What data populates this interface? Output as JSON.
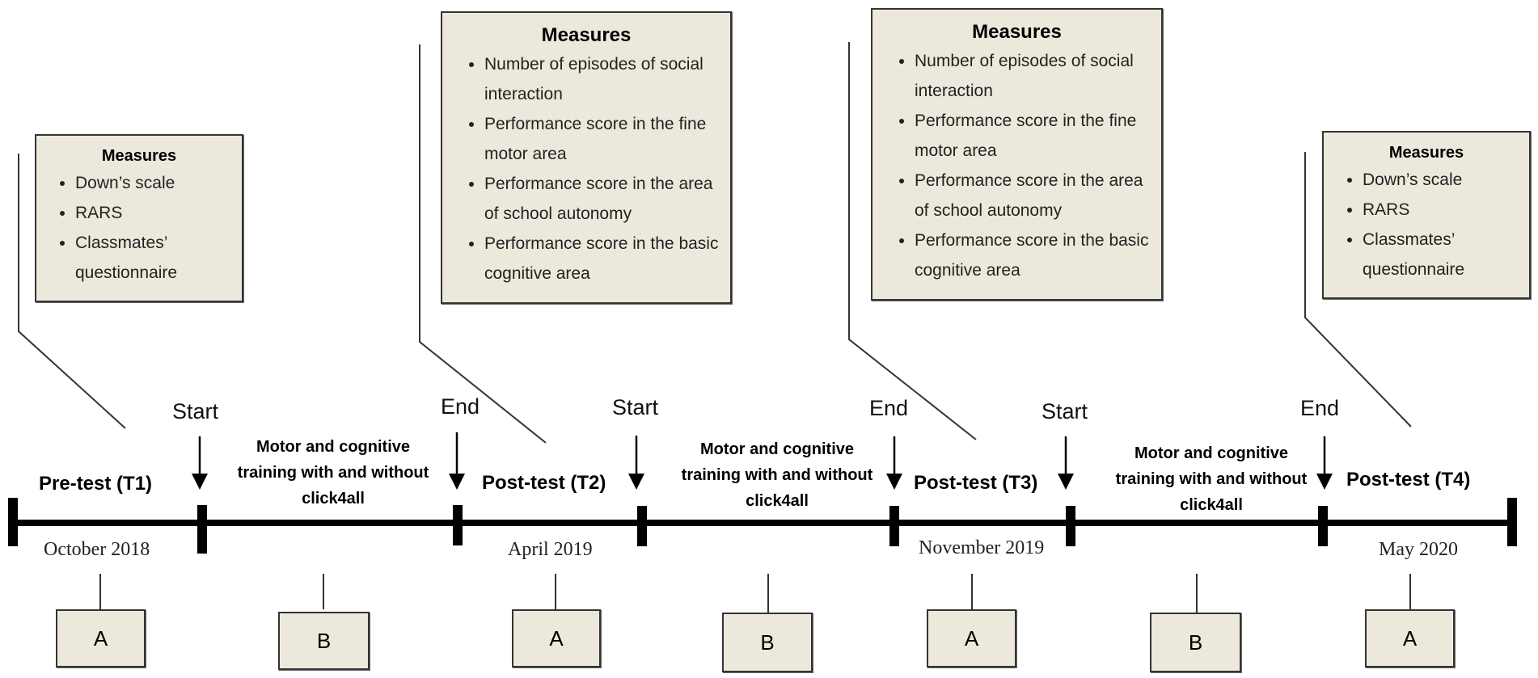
{
  "measures_small_1": {
    "title": "Measures",
    "items": [
      "Down’s scale",
      "RARS",
      "Classmates’ questionnaire"
    ]
  },
  "measures_big_2": {
    "title": "Measures",
    "items": [
      "Number of episodes of social interaction",
      "Performance score in the fine motor area",
      "Performance score in the area of school autonomy",
      "Performance score in the basic cognitive area"
    ]
  },
  "measures_big_3": {
    "title": "Measures",
    "items": [
      "Number of episodes of social interaction",
      "Performance score in the fine motor area",
      "Performance score in the area of school autonomy",
      "Performance score in the basic cognitive area"
    ]
  },
  "measures_small_4": {
    "title": "Measures",
    "items": [
      "Down’s scale",
      "RARS",
      "Classmates’ questionnaire"
    ]
  },
  "events": {
    "start1": "Start",
    "end1": "End",
    "start2": "Start",
    "end2": "End",
    "start3": "Start",
    "end3": "End"
  },
  "phases": {
    "t1": "Pre-test (T1)",
    "t2": "Post-test (T2)",
    "t3": "Post-test (T3)",
    "t4": "Post-test (T4)"
  },
  "training": {
    "b1": "Motor and cognitive training with and without click4all",
    "b2": "Motor and cognitive training with and without click4all",
    "b3": "Motor and cognitive training with and without click4all"
  },
  "dates": {
    "d1": "October 2018",
    "d2": "April  2019",
    "d3": "November 2019",
    "d4": "May 2020"
  },
  "conditions": [
    "A",
    "B",
    "A",
    "B",
    "A",
    "B",
    "A"
  ]
}
